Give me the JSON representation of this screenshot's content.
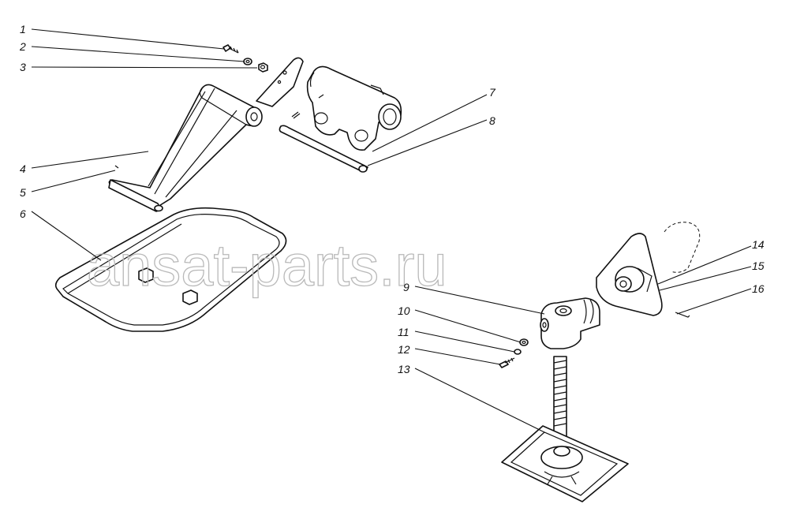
{
  "watermark": "ansat-parts.ru",
  "callouts": [
    {
      "id": "1",
      "label": "1"
    },
    {
      "id": "2",
      "label": "2"
    },
    {
      "id": "3",
      "label": "3"
    },
    {
      "id": "4",
      "label": "4"
    },
    {
      "id": "5",
      "label": "5"
    },
    {
      "id": "6",
      "label": "6"
    },
    {
      "id": "7",
      "label": "7"
    },
    {
      "id": "8",
      "label": "8"
    },
    {
      "id": "9",
      "label": "9"
    },
    {
      "id": "10",
      "label": "10"
    },
    {
      "id": "11",
      "label": "11"
    },
    {
      "id": "12",
      "label": "12"
    },
    {
      "id": "13",
      "label": "13"
    },
    {
      "id": "14",
      "label": "14"
    },
    {
      "id": "15",
      "label": "15"
    },
    {
      "id": "16",
      "label": "16"
    }
  ]
}
